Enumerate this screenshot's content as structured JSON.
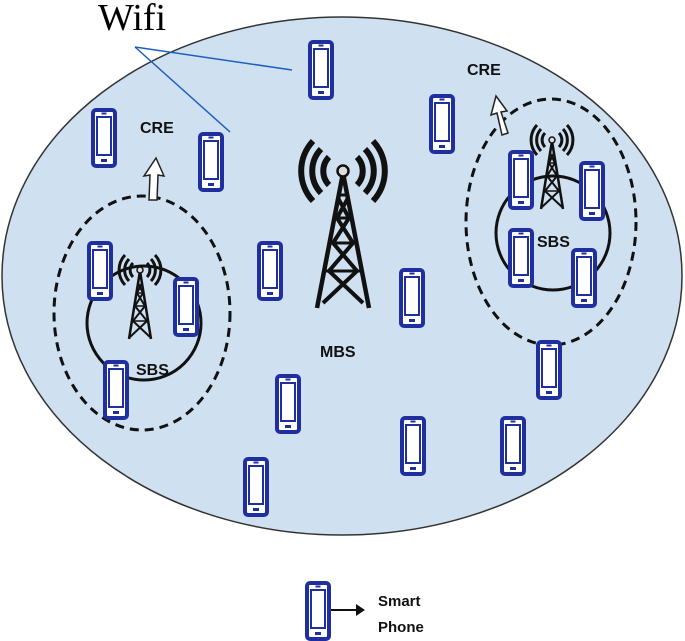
{
  "labels": {
    "wifi": "Wifi",
    "cre_left": "CRE",
    "cre_right": "CRE",
    "mbs": "MBS",
    "sbs_left": "SBS",
    "sbs_right": "SBS"
  },
  "legend": {
    "icon": "smartphone-icon",
    "line1": "Smart",
    "line2": "Phone"
  },
  "colors": {
    "cell_fill": "#cfe0f0",
    "cell_stroke": "#333333",
    "phone_blue": "#1f2f9e",
    "tower": "#111111"
  }
}
